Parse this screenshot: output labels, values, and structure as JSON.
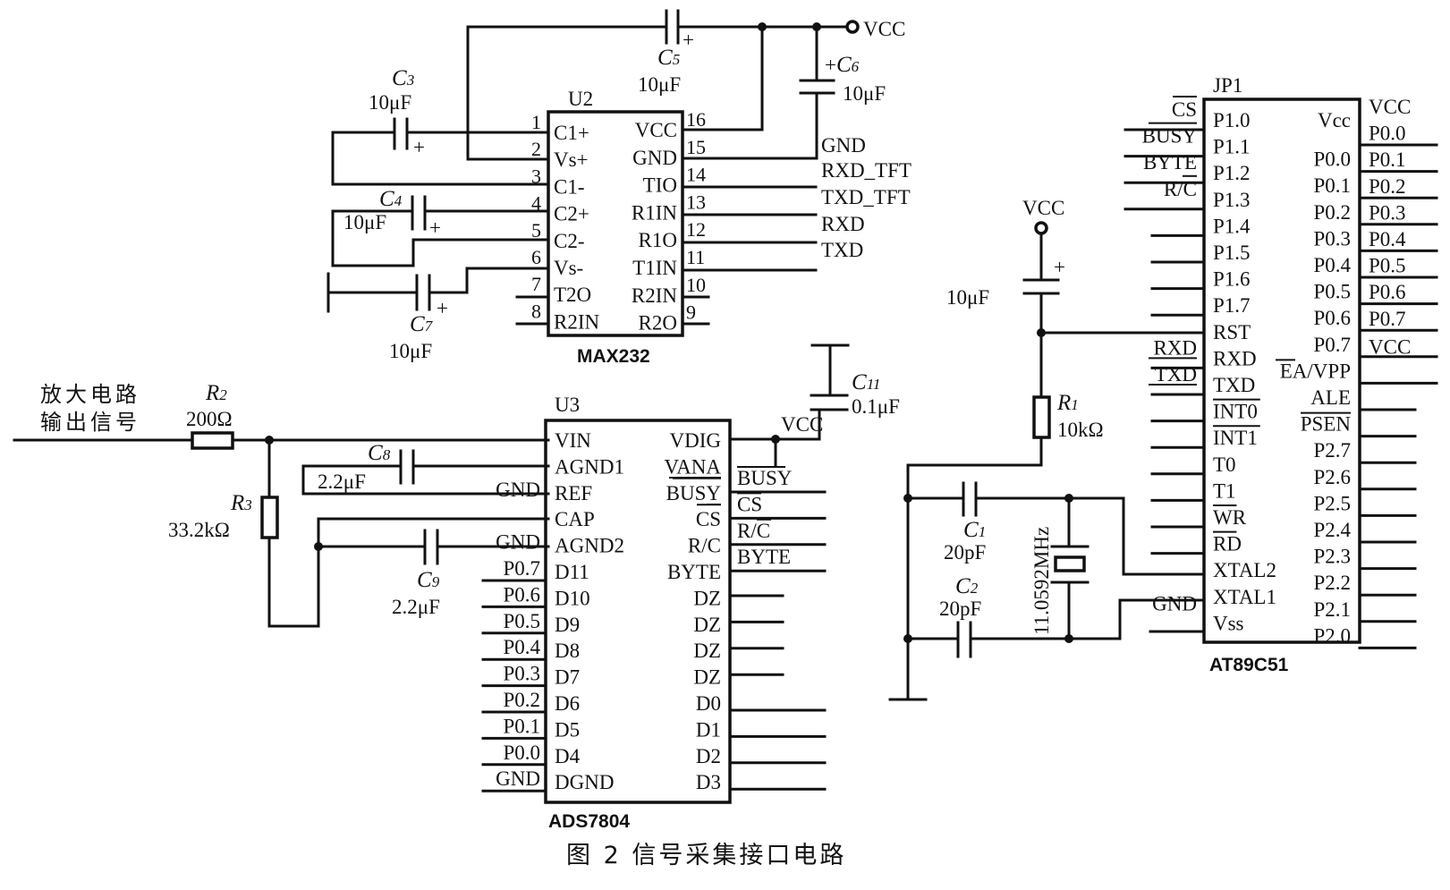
{
  "caption": "图 2  信号采集接口电路",
  "input_label": [
    "放大电路",
    "输出信号"
  ],
  "u2": {
    "ref": "U2",
    "part": "MAX232",
    "left_pins": [
      {
        "num": "1",
        "name": "C1+"
      },
      {
        "num": "2",
        "name": "Vs+"
      },
      {
        "num": "3",
        "name": "C1-"
      },
      {
        "num": "4",
        "name": "C2+"
      },
      {
        "num": "5",
        "name": "C2-"
      },
      {
        "num": "6",
        "name": "Vs-"
      },
      {
        "num": "7",
        "name": "T2O"
      },
      {
        "num": "8",
        "name": "R2IN"
      }
    ],
    "right_pins": [
      {
        "num": "16",
        "name": "VCC"
      },
      {
        "num": "15",
        "name": "GND"
      },
      {
        "num": "14",
        "name": "TIO"
      },
      {
        "num": "13",
        "name": "R1IN"
      },
      {
        "num": "12",
        "name": "R1O"
      },
      {
        "num": "11",
        "name": "T1IN"
      },
      {
        "num": "10",
        "name": "R2IN"
      },
      {
        "num": "9",
        "name": "R2O"
      }
    ],
    "net_labels": [
      "GND",
      "RXD_TFT",
      "TXD_TFT",
      "RXD",
      "TXD"
    ],
    "vcc_label": "VCC"
  },
  "caps": {
    "c3": {
      "ref": "C",
      "sub": "3",
      "value": "10μF"
    },
    "c4": {
      "ref": "C",
      "sub": "4",
      "value": "10μF"
    },
    "c5": {
      "ref": "C",
      "sub": "5",
      "value": "10μF"
    },
    "c6": {
      "ref": "C",
      "sub": "6",
      "value": "10μF"
    },
    "c7": {
      "ref": "C",
      "sub": "7",
      "value": "10μF"
    },
    "c8": {
      "ref": "C",
      "sub": "8",
      "value": "2.2μF"
    },
    "c9": {
      "ref": "C",
      "sub": "9",
      "value": "2.2μF"
    },
    "c11": {
      "ref": "C",
      "sub": "11",
      "value": "0.1μF"
    },
    "c1": {
      "ref": "C",
      "sub": "1",
      "value": "20pF"
    },
    "c2": {
      "ref": "C",
      "sub": "2",
      "value": "20pF"
    },
    "crst": {
      "value": "10μF"
    }
  },
  "resistors": {
    "r1": {
      "ref": "R",
      "sub": "1",
      "value": "10kΩ"
    },
    "r2": {
      "ref": "R",
      "sub": "2",
      "value": "200Ω"
    },
    "r3": {
      "ref": "R",
      "sub": "3",
      "value": "33.2kΩ"
    }
  },
  "crystal": {
    "value": "11.0592MHz"
  },
  "u3": {
    "ref": "U3",
    "part": "ADS7804",
    "left_pins": [
      "VIN",
      "AGND1",
      "REF",
      "CAP",
      "AGND2",
      "D11",
      "D10",
      "D9",
      "D8",
      "D7",
      "D6",
      "D5",
      "D4",
      "DGND"
    ],
    "right_pins": [
      "VDIG",
      "VANA",
      "BUSY",
      "CS",
      "R/C",
      "BYTE",
      "DZ",
      "DZ",
      "DZ",
      "DZ",
      "D0",
      "D1",
      "D2",
      "D3"
    ],
    "left_nets": [
      "GND",
      "GND",
      "P0.7",
      "P0.6",
      "P0.5",
      "P0.4",
      "P0.3",
      "P0.2",
      "P0.1",
      "P0.0",
      "GND"
    ],
    "right_nets": [
      "BUSY",
      "CS",
      "R/C",
      "BYTE"
    ],
    "vcc_label": "VCC"
  },
  "jp1": {
    "ref": "JP1",
    "part": "AT89C51",
    "left_pins": [
      "P1.0",
      "P1.1",
      "P1.2",
      "P1.3",
      "P1.4",
      "P1.5",
      "P1.6",
      "P1.7",
      "RST",
      "RXD",
      "TXD",
      "INT0",
      "INT1",
      "T0",
      "T1",
      "WR",
      "RD",
      "XTAL2",
      "XTAL1",
      "Vss"
    ],
    "right_pins": [
      "Vcc",
      "P0.0",
      "P0.1",
      "P0.2",
      "P0.3",
      "P0.4",
      "P0.5",
      "P0.6",
      "P0.7",
      "EA/VPP",
      "ALE",
      "PSEN",
      "P2.7",
      "P2.6",
      "P2.5",
      "P2.4",
      "P2.3",
      "P2.2",
      "P2.1",
      "P2.0"
    ],
    "left_nets": [
      "CS",
      "BUSY",
      "BYTE",
      "R/C",
      "RXD",
      "TXD",
      "GND"
    ],
    "right_nets": [
      "VCC",
      "P0.0",
      "P0.1",
      "P0.2",
      "P0.3",
      "P0.4",
      "P0.5",
      "P0.6",
      "P0.7",
      "VCC"
    ],
    "vcc_label": "VCC"
  }
}
